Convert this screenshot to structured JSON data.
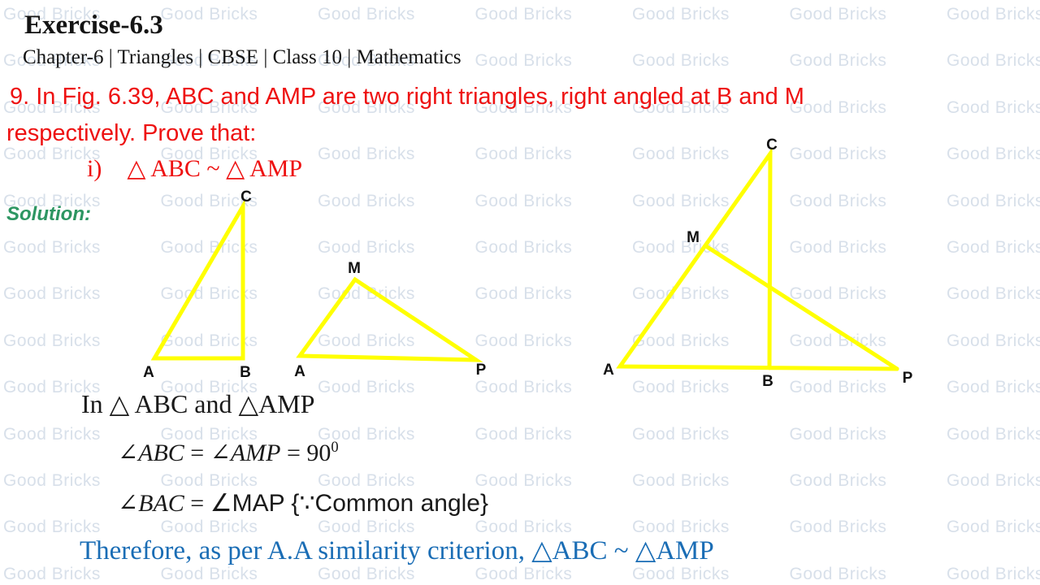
{
  "watermark": {
    "text": "Good Bricks",
    "rows": 13,
    "cols": 7,
    "color": "#d8e0ea"
  },
  "header": {
    "title": "Exercise-6.3",
    "subtitle": "Chapter-6 | Triangles | CBSE | Class 10 | Mathematics"
  },
  "question": {
    "line1": "9. In Fig. 6.39, ABC and AMP are two right triangles, right angled at B and M",
    "line2": "respectively. Prove that:",
    "part_label": "i)",
    "part_statement": "△ ABC ~ △ AMP",
    "color": "#ee1111"
  },
  "solution": {
    "label": "Solution:",
    "color": "#2d9662"
  },
  "figures": {
    "stroke_color": "#ffff00",
    "triangle_abc": {
      "a": "A",
      "b": "B",
      "c": "C"
    },
    "triangle_amp": {
      "a": "A",
      "m": "M",
      "p": "P"
    },
    "fig_combined": {
      "a": "A",
      "b": "B",
      "c": "C",
      "m": "M",
      "p": "P"
    }
  },
  "proof": {
    "intro": "In △ ABC and △AMP",
    "eq1": [
      {
        "t": "∠ABC"
      },
      {
        "t": " = "
      },
      {
        "t": "∠AMP"
      },
      {
        "t": " = 90"
      },
      {
        "t": "0"
      }
    ],
    "eq2": [
      {
        "t": "∠BAC"
      },
      {
        "t": " = "
      },
      {
        "t": "∠MAP"
      },
      {
        "t": " {∵Common angle}"
      }
    ],
    "conclusion": "Therefore, as per A.A similarity criterion, △ABC ~ △AMP",
    "conclusion_color": "#1a6db5"
  }
}
